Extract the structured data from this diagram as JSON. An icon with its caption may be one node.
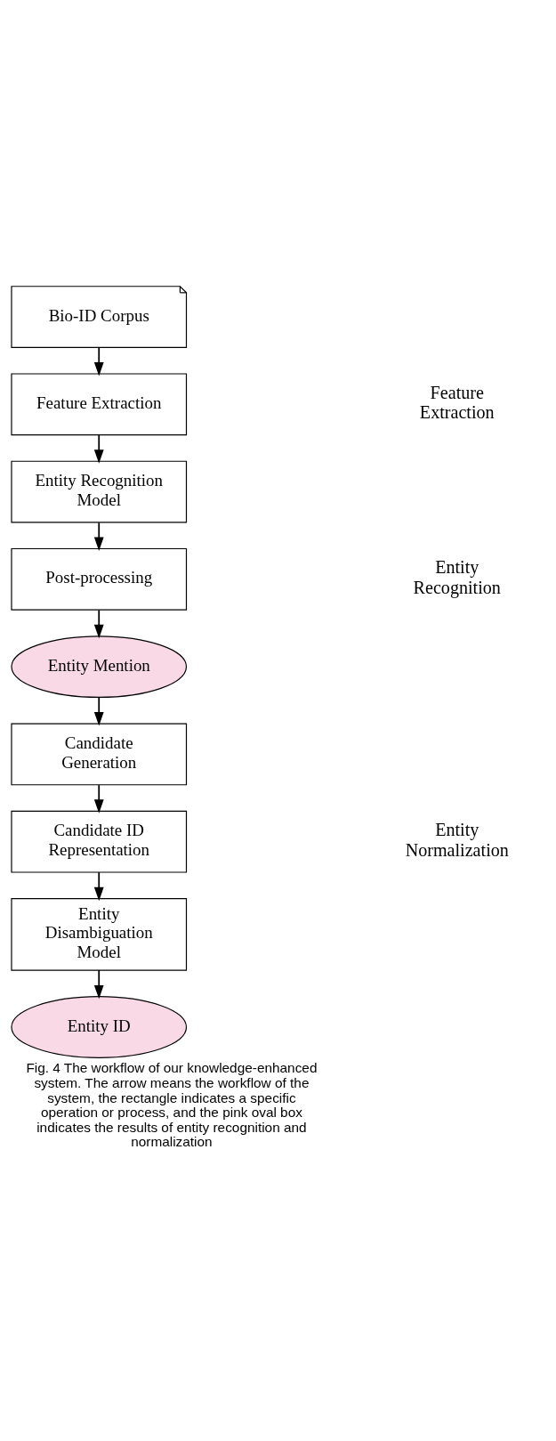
{
  "diagram": {
    "caption": "Fig. 4 The workflow of our knowledge-enhanced system. The arrow means the workflow of the system, the rectangle indicates a specific operation or process, and the pink oval box indicates the results of entity recognition and normalization",
    "nodes": [
      {
        "text": [
          "Bio-ID Corpus"
        ]
      },
      {
        "text": [
          "Feature Extraction"
        ]
      },
      {
        "text": [
          "Entity Recognition Model"
        ]
      },
      {
        "text": [
          "Post-processing"
        ]
      },
      {
        "text": [
          "Entity Mention"
        ]
      },
      {
        "text": [
          "Candidate Generation"
        ]
      },
      {
        "text": [
          "Candidate ID Representation"
        ]
      },
      {
        "text": [
          "Entity Disambiguation Model"
        ]
      },
      {
        "text": [
          "Entity ID"
        ]
      }
    ],
    "edges": [
      {
        "from": 0,
        "to": 1,
        "arrow": "to"
      },
      {
        "from": 1,
        "to": 2,
        "arrow": "to"
      },
      {
        "from": 2,
        "to": 3,
        "arrow": "to"
      },
      {
        "from": 3,
        "to": 4,
        "arrow": "to"
      },
      {
        "from": 4,
        "to": 5,
        "arrow": "to"
      },
      {
        "from": 5,
        "to": 6,
        "arrow": "to"
      },
      {
        "from": 6,
        "to": 7,
        "arrow": "to"
      },
      {
        "from": 7,
        "to": 8,
        "arrow": "to"
      }
    ],
    "labels": [
      "Feature Extraction",
      "Entity Recognition",
      "Entity Normalization"
    ]
  }
}
